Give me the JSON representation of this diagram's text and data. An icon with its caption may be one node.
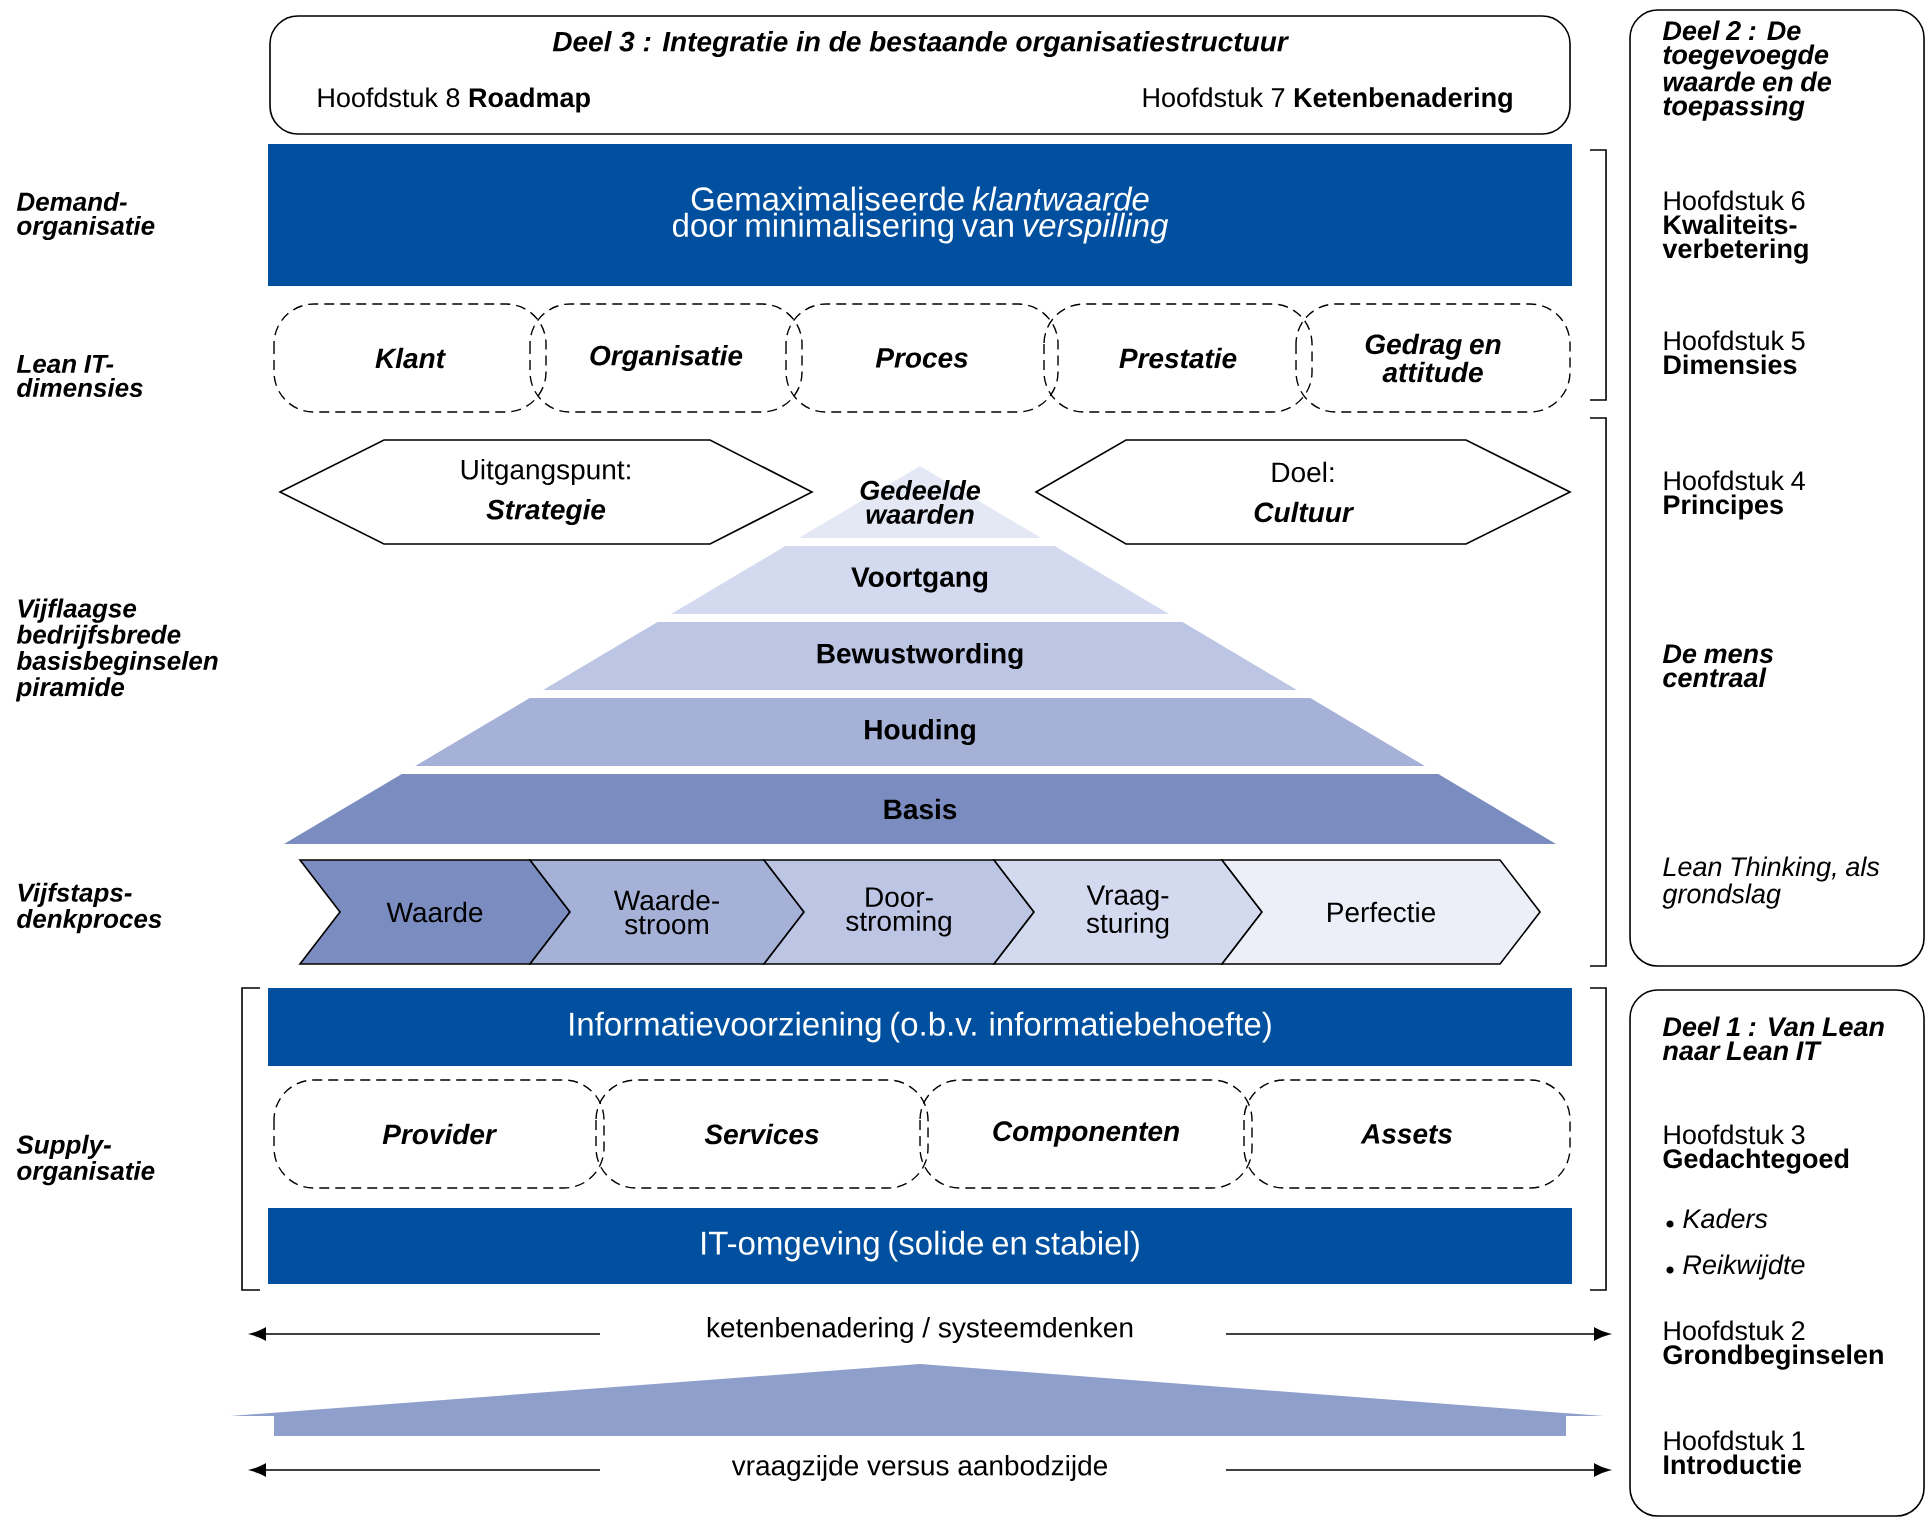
{
  "diagram": {
    "nodes": [
      {
        "text": [
          "Deel 3 : Integratie in de bestaande organisatiestructuur",
          "Hoofdstuk 8 **Roadmap**",
          "Hoofdstuk 7 **Ketenbenadering**"
        ]
      },
      {
        "text": [
          "Gemaximaliseerde *klantwaarde* door minimalisering van *verspilling*"
        ]
      },
      {
        "text": [
          "Klant"
        ]
      },
      {
        "text": [
          "Organisatie"
        ]
      },
      {
        "text": [
          "Proces"
        ]
      },
      {
        "text": [
          "Prestatie"
        ]
      },
      {
        "text": [
          "Gedrag en attitude"
        ]
      },
      {
        "text": [
          "Uitgangspunt:",
          "Strategie"
        ]
      },
      {
        "text": [
          "Doel:",
          "Cultuur"
        ]
      },
      {
        "text": [
          "Gedeelde waarden"
        ]
      },
      {
        "text": [
          "Voortgang"
        ]
      },
      {
        "text": [
          "Bewustwording"
        ]
      },
      {
        "text": [
          "Houding"
        ]
      },
      {
        "text": [
          "Basis"
        ]
      },
      {
        "text": [
          "Waarde"
        ]
      },
      {
        "text": [
          "Waarde- stroom"
        ]
      },
      {
        "text": [
          "Door- stroming"
        ]
      },
      {
        "text": [
          "Vraag- sturing"
        ]
      },
      {
        "text": [
          "Perfectie"
        ]
      },
      {
        "text": [
          "Informatievoorziening (o.b.v. informatiebehoefte)"
        ]
      },
      {
        "text": [
          "Provider"
        ]
      },
      {
        "text": [
          "Services"
        ]
      },
      {
        "text": [
          "Componenten"
        ]
      },
      {
        "text": [
          "Assets"
        ]
      },
      {
        "text": [
          "IT-omgeving (solide en stabiel)"
        ]
      },
      {
        "text": [
          "Deel 2 : De toegevoegde waarde en de toepassing",
          "Hoofdstuk 6 **Kwaliteits- verbetering**",
          "Hoofdstuk 5 **Dimensies**",
          "Hoofdstuk 4 **Principes**",
          "De mens centraal",
          "Lean Thinking, als grondslag"
        ]
      },
      {
        "text": [
          "Deel 1 : Van Lean naar Lean IT",
          "Hoofdstuk 3 **Gedachtegoed**",
          "Kaders",
          "Reikwijdte",
          "Hoofdstuk 2 **Grondbeginselen**",
          "Hoofdstuk 1 **Introductie**"
        ]
      }
    ],
    "labels": [
      "Demand- organisatie",
      "Lean IT- dimensies",
      "Vijflaagse bedrijfsbrede basisbeginselen piramide",
      "Vijfstaps- denkproces",
      "Supply- organisatie",
      "ketenbenadering / systeemdenken",
      "vraagzijde versus aanbodzijde"
    ]
  }
}
